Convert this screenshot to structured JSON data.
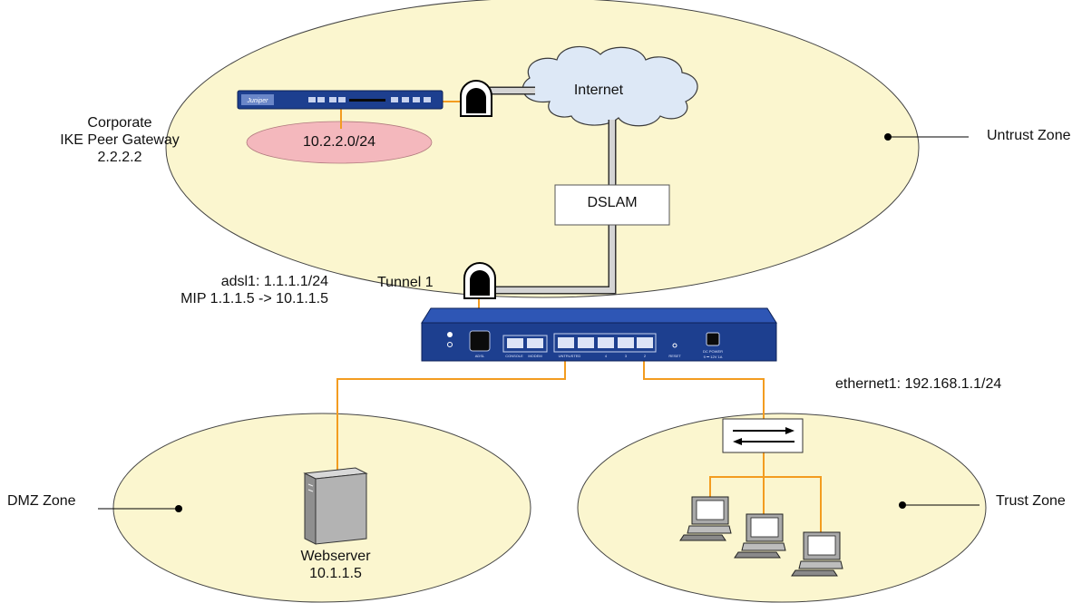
{
  "colors": {
    "zone_fill": "#fbf6cf",
    "zone_stroke": "#444444",
    "lan_fill": "#f4b8bd",
    "link_orange": "#f39c20",
    "device_blue": "#1d3f8f",
    "cloud_fill": "#dde8f6"
  },
  "icons": [
    "firewall-device-icon",
    "gateway-router-icon",
    "cloud-icon",
    "tunnel-icon",
    "switch-icon",
    "server-icon",
    "workstation-icon"
  ],
  "gateway": {
    "lines": [
      "Corporate",
      "IKE Peer Gateway",
      "2.2.2.2"
    ],
    "brand": "Juniper"
  },
  "corporate_lan": {
    "label": "10.2.2.0/24"
  },
  "internet": {
    "label": "Internet"
  },
  "dslam": {
    "label": "DSLAM"
  },
  "tunnel": {
    "label": "Tunnel 1"
  },
  "adsl": {
    "lines": [
      "adsl1: 1.1.1.1/24",
      "MIP 1.1.1.5 -> 10.1.1.5"
    ]
  },
  "ethernet": {
    "label": "ethernet1: 192.168.1.1/24"
  },
  "zones": {
    "untrust": "Untrust Zone",
    "dmz": "DMZ Zone",
    "trust": "Trust Zone"
  },
  "webserver": {
    "lines": [
      "Webserver",
      "10.1.1.5"
    ]
  },
  "device_ports": {
    "adsl": "ADSL",
    "console": "CONSOLE",
    "modem": "MODEM",
    "untrusted": "UNTRUSTED",
    "p4": "4",
    "p3": "3",
    "p2": "2",
    "reset": "RESET",
    "dc_power": "DC POWER",
    "dc_spec": "9 ⎓ 12V 1A"
  }
}
